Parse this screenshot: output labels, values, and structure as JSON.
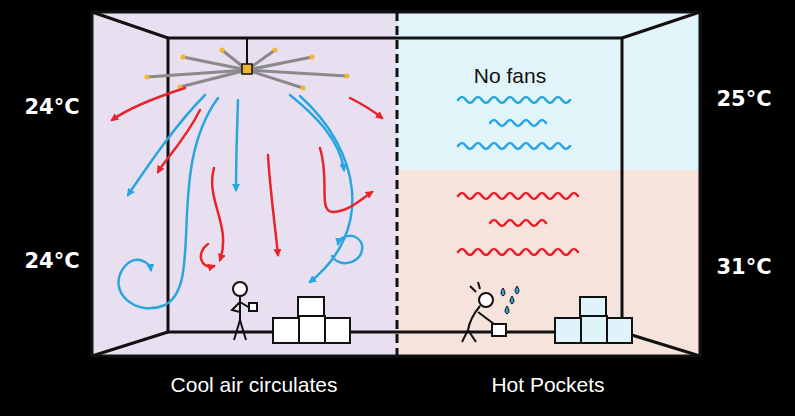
{
  "diagram": {
    "nodes": [
      {
        "text": [
          "Cool air circulates"
        ]
      },
      {
        "text": [
          "Hot Pockets"
        ]
      },
      {
        "text": [
          "No fans"
        ],
        "in": 1
      }
    ],
    "labels": [
      "24°C",
      "24°C",
      "25°C",
      "31°C"
    ]
  }
}
